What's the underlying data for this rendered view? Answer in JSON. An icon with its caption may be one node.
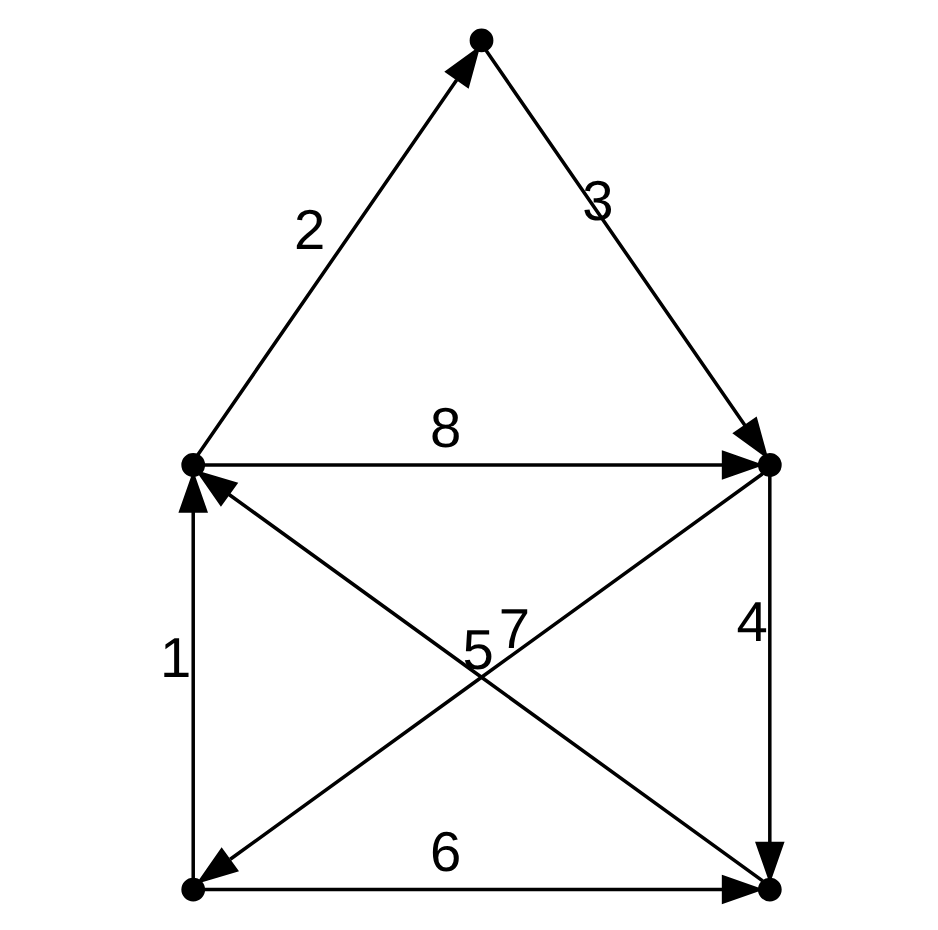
{
  "diagram": {
    "nodes": [
      {
        "text": [],
        "shape": "point"
      },
      {
        "text": [],
        "shape": "point"
      },
      {
        "text": [],
        "shape": "point"
      },
      {
        "text": [],
        "shape": "point"
      },
      {
        "text": [],
        "shape": "point"
      }
    ],
    "edges": [
      {
        "from": 0,
        "to": 1,
        "arrow": "to",
        "label": "1"
      },
      {
        "from": 1,
        "to": 2,
        "arrow": "to",
        "label": "2"
      },
      {
        "from": 2,
        "to": 3,
        "arrow": "to",
        "label": "3"
      },
      {
        "from": 3,
        "to": 4,
        "arrow": "to",
        "label": "4"
      },
      {
        "from": 4,
        "to": 1,
        "arrow": "to",
        "label": "5"
      },
      {
        "from": 0,
        "to": 4,
        "arrow": "to",
        "label": "6"
      },
      {
        "from": 3,
        "to": 0,
        "arrow": "to",
        "label": "7"
      },
      {
        "from": 1,
        "to": 3,
        "arrow": "to",
        "label": "8"
      }
    ]
  }
}
